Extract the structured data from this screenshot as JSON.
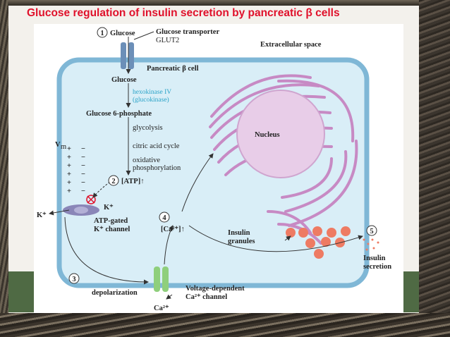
{
  "slide_title": "Glucose regulation of insulin secretion by pancreatic β cells",
  "labels": {
    "glucose_top": "Glucose",
    "transporter_line1": "Glucose transporter",
    "transporter_line2": "GLUT2",
    "extracellular": "Extracellular space",
    "cell_name": "Pancreatic β cell",
    "glucose_inside": "Glucose",
    "hexokinase_line1": "hexokinase IV",
    "hexokinase_line2": "(glucokinase)",
    "g6p": "Glucose 6-phosphate",
    "glycolysis": "glycolysis",
    "citric": "citric acid cycle",
    "oxidative_line1": "oxidative",
    "oxidative_line2": "phosphorylation",
    "atp": "[ATP]↑",
    "vm": "V",
    "vm_sub": "m",
    "k_out": "K⁺",
    "k_in": "K⁺",
    "katp_line1": "ATP-gated",
    "katp_line2": "K⁺ channel",
    "ca_in": "[Ca²⁺]↑",
    "nucleus": "Nucleus",
    "granules_line1": "Insulin",
    "granules_line2": "granules",
    "secretion_line1": "Insulin",
    "secretion_line2": "secretion",
    "depolarization": "depolarization",
    "vdcc_line1": "Voltage-dependent",
    "vdcc_line2": "Ca²⁺ channel",
    "ca_out": "Ca²⁺"
  },
  "steps": [
    "1",
    "2",
    "3",
    "4",
    "5"
  ],
  "membrane_signs": {
    "plus": "+",
    "minus": "−"
  },
  "colors": {
    "title": "#e0112b",
    "cell_fill": "#d9eef7",
    "membrane": "#7fb7d6",
    "nucleus": "#e8cde8",
    "er": "#c78ac4",
    "granule": "#ee7b63",
    "glut2": "#6c8fb8",
    "katp": "#8a86b8",
    "vdcc": "#8fcf7c"
  }
}
